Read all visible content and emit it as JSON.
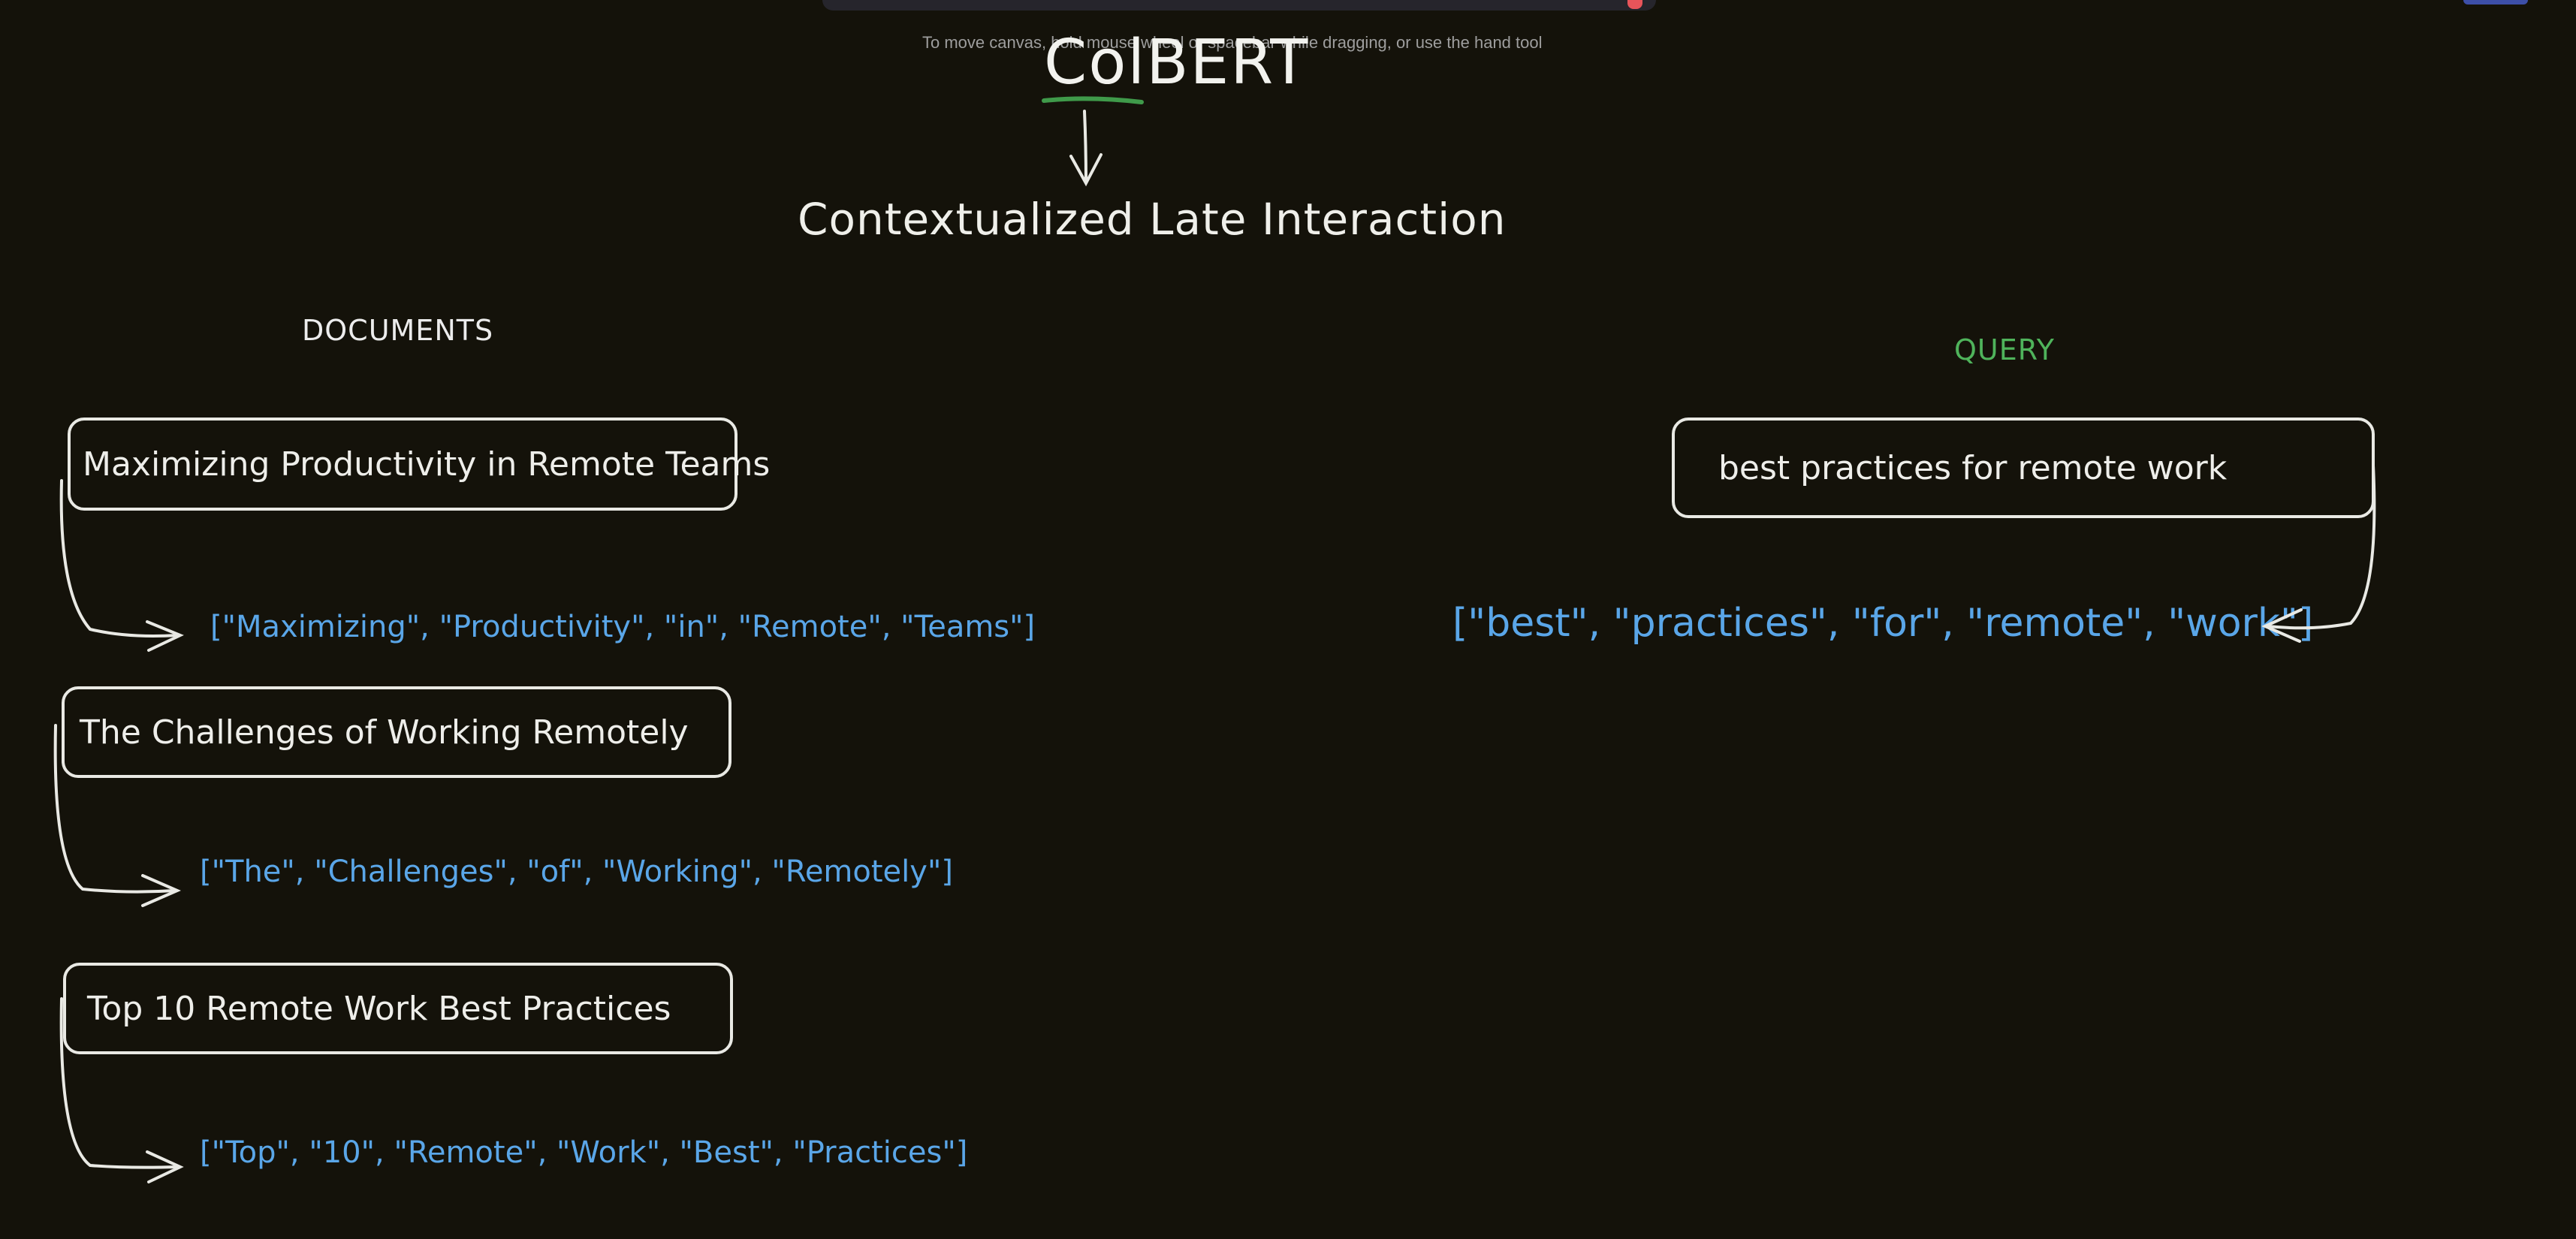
{
  "canvas": {
    "hint": "To move canvas, hold mouse wheel or spacebar while dragging, or use the hand tool"
  },
  "diagram": {
    "title": "ColBERT",
    "subtitle": "Contextualized Late Interaction",
    "documents": {
      "heading": "DOCUMENTS",
      "items": [
        {
          "text": "Maximizing Productivity in Remote Teams",
          "tokens": "[\"Maximizing\", \"Productivity\", \"in\", \"Remote\", \"Teams\"]"
        },
        {
          "text": "The Challenges of Working Remotely",
          "tokens": "[\"The\", \"Challenges\", \"of\", \"Working\", \"Remotely\"]"
        },
        {
          "text": "Top 10 Remote Work Best Practices",
          "tokens": "[\"Top\", \"10\", \"Remote\", \"Work\", \"Best\", \"Practices\"]"
        }
      ]
    },
    "query": {
      "heading": "QUERY",
      "text": "best practices for remote work",
      "tokens": "[\"best\", \"practices\", \"for\", \"remote\", \"work\"]"
    },
    "colors": {
      "background": "#14120a",
      "token_text": "#5aa6e8",
      "query_heading": "#4fb35b",
      "title_underline": "#3f9a4a"
    }
  }
}
